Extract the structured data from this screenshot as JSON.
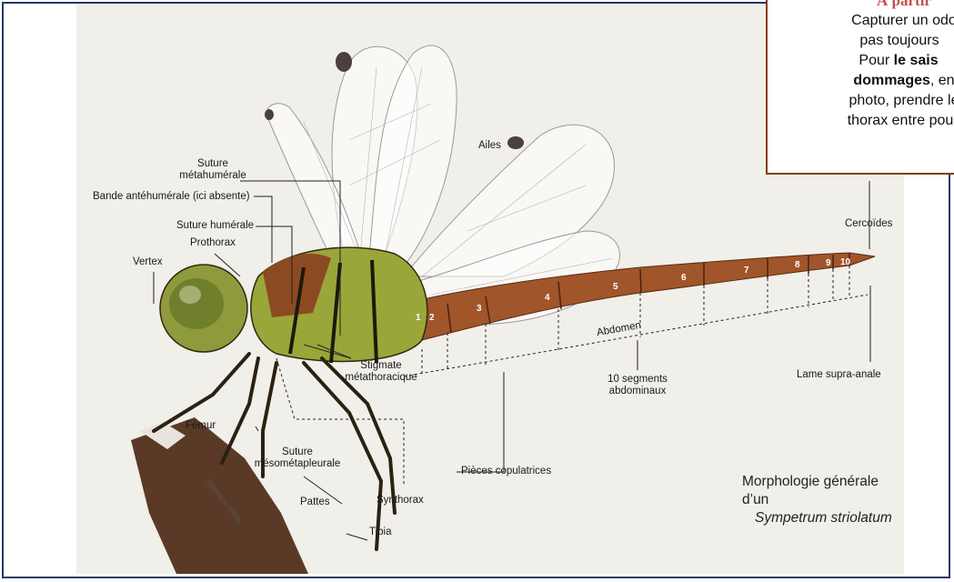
{
  "note": {
    "title": "À partir",
    "line1": "Capturer un odo",
    "line2": "pas toujours",
    "line3a": "Pour ",
    "line3b": "le sais",
    "line4a": "dommages",
    "line4b": ", en",
    "line5": "photo, prendre le",
    "line6": "thorax entre pouc"
  },
  "labels": {
    "ailes": "Ailes",
    "suture_meta": "Suture\nmétahumérale",
    "suture_humerale": "Suture humérale",
    "bande": "Bande antéhumérale (ici absente)",
    "vertex": "Vertex",
    "prothorax": "Prothorax",
    "stigmate": "Stigmate\nmétathoracique",
    "femur": "Fémur",
    "suture_meso": "Suture\nmésométapleurale",
    "pattes": "Pattes",
    "synthorax": "Synthorax",
    "tibia": "Tibia",
    "pieces": "Pièces copulatrices",
    "abdomen": "Abdomen",
    "segments": "10 segments\nabdominaux",
    "cercoides": "Cercoïdes",
    "lame": "Lame supra-anale"
  },
  "segment_numbers": [
    "1",
    "2",
    "3",
    "4",
    "5",
    "6",
    "7",
    "8",
    "9",
    "10"
  ],
  "caption": {
    "line1": "Morphologie générale d’un",
    "line2": "Sympetrum striolatum"
  },
  "credit": "Stéphane Hette",
  "colors": {
    "frame": "#1f3864",
    "note_border": "#843c0c",
    "note_title": "#c0504d",
    "thorax": "#9aa63a",
    "abdomen": "#a0552a"
  }
}
